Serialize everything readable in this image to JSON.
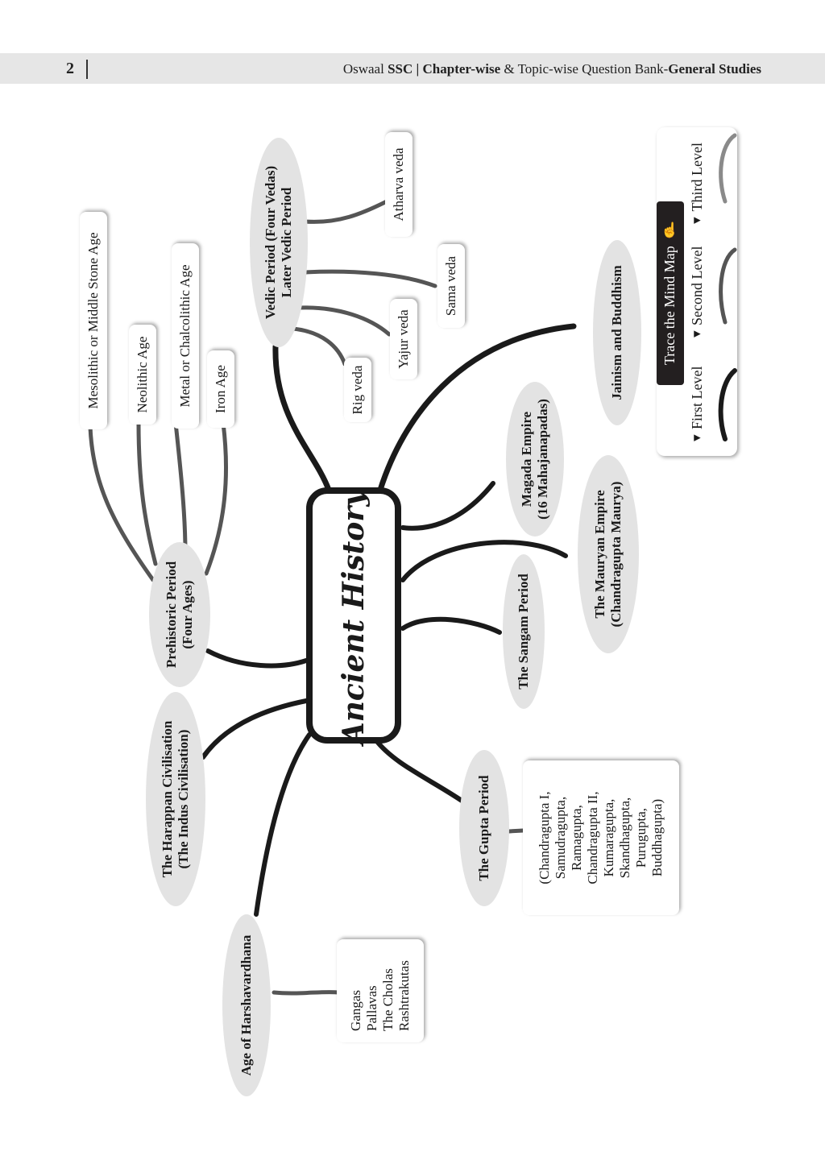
{
  "header": {
    "page_number": "2",
    "title_part1": "Oswaal ",
    "title_part2": "SSC",
    "title_part3": " | ",
    "title_part4": "Chapter-wise",
    "title_part5": " & Topic-wise Question Bank-",
    "title_part6": "General Studies"
  },
  "mindmap": {
    "central": "Ancient History",
    "branches": {
      "prehistoric": {
        "line1": "Prehistoric Period",
        "line2": "(Four Ages)",
        "children": [
          "Mesolithic or Middle Stone Age",
          "Neolithic Age",
          "Metal or Chalcolithic Age",
          "Iron Age"
        ]
      },
      "vedic": {
        "line1": "Vedic Period (Four Vedas)",
        "line2": "Later Vedic Period",
        "children": [
          "Atharva veda",
          "Sama veda",
          "Yajur veda",
          "Rig veda"
        ]
      },
      "jainism": {
        "label": "Jainism and Buddhism"
      },
      "magada": {
        "line1": "Magada Empire",
        "line2": "(16 Mahajanapadas)"
      },
      "mauryan": {
        "line1": "The Mauryan Empire",
        "line2": "(Chandragupta Maurya)"
      },
      "sangam": {
        "label": "The Sangam Period"
      },
      "harappan": {
        "line1": "The Harappan Civilisation",
        "line2": "(The Indus Civilisation)"
      },
      "gupta": {
        "label": "The Gupta Period",
        "children": [
          "(Chandragupta I,",
          "Samudragupta,",
          "Ramagupta,",
          "Chandragupta II,",
          "Kumaragupta,",
          "Skandhagupta,",
          "Purugupta,",
          "Buddhagupta)"
        ]
      },
      "harsha": {
        "label": "Age of Harshavardhana",
        "children": [
          "Gangas",
          "Pallavas",
          "The Cholas",
          "Rashtrakutas"
        ]
      }
    }
  },
  "legend": {
    "title": "Trace the Mind Map",
    "title_icon": "pointing-hand-icon",
    "levels": [
      "First Level",
      "Second Level",
      "Third Level"
    ],
    "colors": {
      "first": "#1a1a1a",
      "second": "#555555",
      "third": "#8a8a8a"
    }
  },
  "colors": {
    "node_fill": "#e3e3e3",
    "header_bg": "#e6e6e6",
    "legend_title_bg": "#231f20"
  }
}
